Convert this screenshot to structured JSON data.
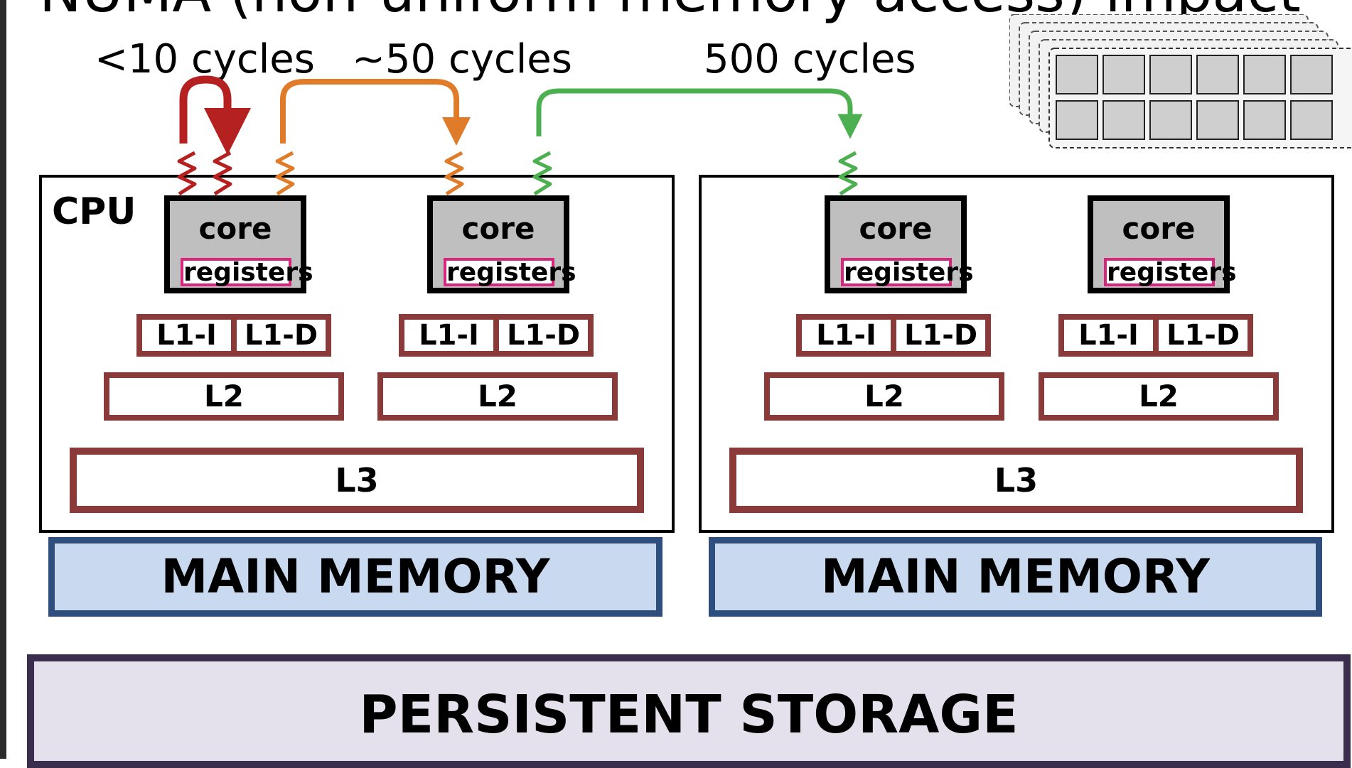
{
  "title": "NUMA (non-uniform memory access) impact",
  "cycle_labels": {
    "local": "<10 cycles",
    "same_socket": "~50 cycles",
    "remote_socket": "500 cycles"
  },
  "cpu_label": "CPU",
  "cores": [
    {
      "label": "core",
      "registers": "registers",
      "l1i": "L1-I",
      "l1d": "L1-D",
      "l2": "L2"
    },
    {
      "label": "core",
      "registers": "registers",
      "l1i": "L1-I",
      "l1d": "L1-D",
      "l2": "L2"
    },
    {
      "label": "core",
      "registers": "registers",
      "l1i": "L1-I",
      "l1d": "L1-D",
      "l2": "L2"
    },
    {
      "label": "core",
      "registers": "registers",
      "l1i": "L1-I",
      "l1d": "L1-D",
      "l2": "L2"
    }
  ],
  "sockets": [
    {
      "l3": "L3",
      "memory": "MAIN MEMORY"
    },
    {
      "l3": "L3",
      "memory": "MAIN MEMORY"
    }
  ],
  "storage": "PERSISTENT STORAGE",
  "colors": {
    "local_arrow": "#b52020",
    "same_socket_arrow": "#e07b2a",
    "remote_socket_arrow": "#4caf50",
    "cache_border": "#8b3a3a",
    "registers_border": "#d6267e",
    "memory_fill": "#c9daf0",
    "memory_border": "#2e4e7e",
    "storage_fill": "#e4e0ec",
    "storage_border": "#3a2d4e"
  },
  "icons": [
    "server-rack-icon",
    "thread-squiggle-icon"
  ]
}
